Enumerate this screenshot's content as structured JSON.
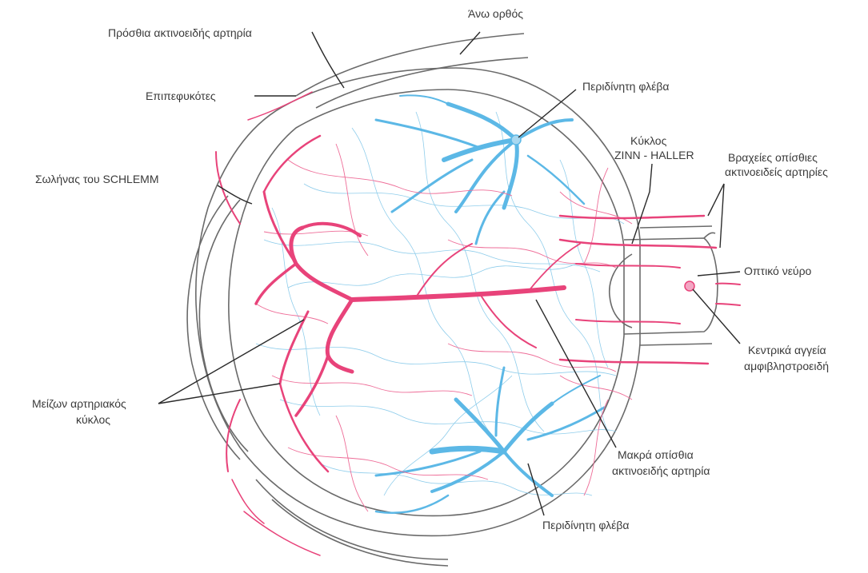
{
  "labels": {
    "superior_rectus": "Άνω ορθός",
    "anterior_ciliary_artery": "Πρόσθια ακτινοειδής αρτηρία",
    "episclera": "Επιπεφυκότες",
    "schlemm_canal": "Σωλήνας του SCHLEMM",
    "vortex_vein_top": "Περιδίνητη φλέβα",
    "zinn_haller_line1": "Κύκλος",
    "zinn_haller_line2": "ZINN - HALLER",
    "short_posterior_line1": "Βραχείες οπίσθιες",
    "short_posterior_line2": "ακτινοειδείς αρτηρίες",
    "optic_nerve": "Οπτικό νεύρο",
    "central_vessels_line1": "Κεντρικά αγγεία",
    "central_vessels_line2": "αμφιβληστροειδή",
    "major_arterial_circle_line1": "Μείζων αρτηριακός",
    "major_arterial_circle_line2": "κύκλος",
    "long_posterior_line1": "Μακρά οπίσθια",
    "long_posterior_line2": "ακτινοειδής αρτηρία",
    "vortex_vein_bottom": "Περιδίνητη φλέβα"
  },
  "colors": {
    "artery": "#e8437a",
    "vein": "#5cb8e6",
    "outline": "#6a6a6a",
    "label_text": "#3a3a3a"
  }
}
